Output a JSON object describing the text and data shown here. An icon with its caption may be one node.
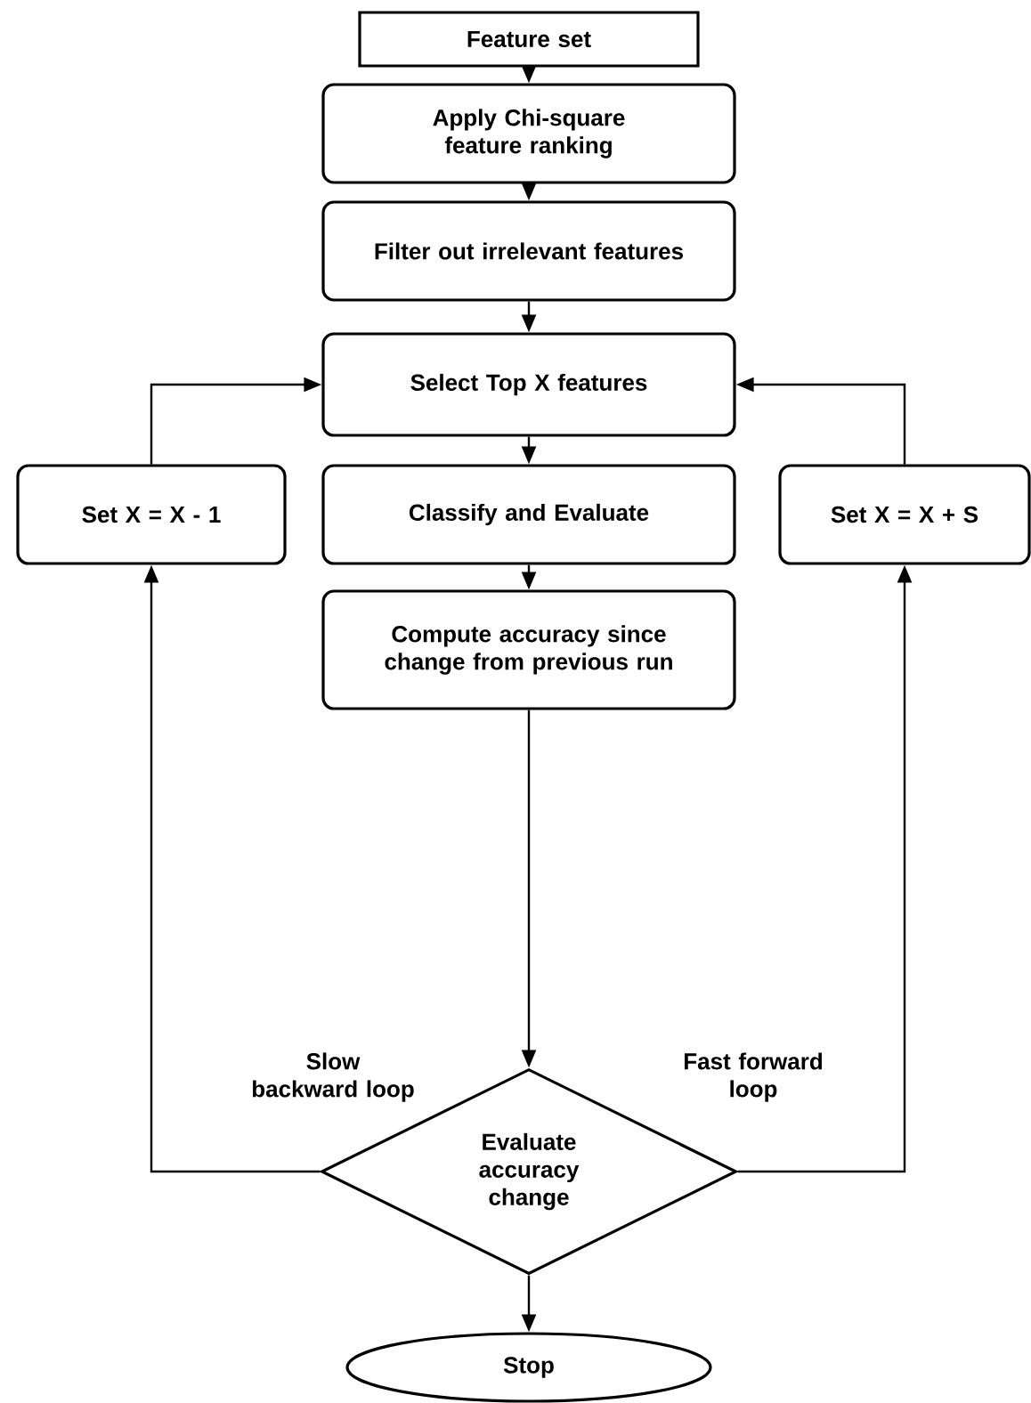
{
  "diagram": {
    "nodes": [
      {
        "text": [
          "Feature set"
        ]
      },
      {
        "text": [
          "Apply Chi-square feature ranking"
        ]
      },
      {
        "text": [
          "Filter out irrelevant features"
        ]
      },
      {
        "text": [
          "Select Top X features"
        ]
      },
      {
        "text": [
          "Classify and  Evaluate"
        ]
      },
      {
        "text": [
          "Set X = X - 1"
        ]
      },
      {
        "text": [
          "Set X = X + S"
        ]
      },
      {
        "text": [
          "Compute accuracy since change from previous run"
        ]
      },
      {
        "text": [
          "Evaluate accuracy change"
        ]
      },
      {
        "text": [
          "Stop"
        ]
      }
    ],
    "edges": [
      {
        "from": 0,
        "to": 1,
        "arrow": "to"
      },
      {
        "from": 1,
        "to": 2,
        "arrow": "to"
      },
      {
        "from": 2,
        "to": 3,
        "arrow": "to"
      },
      {
        "from": 3,
        "to": 4,
        "arrow": "to"
      },
      {
        "from": 4,
        "to": 7,
        "arrow": "to"
      },
      {
        "from": 7,
        "to": 8,
        "arrow": "to"
      },
      {
        "from": 8,
        "to": 9,
        "arrow": "to"
      },
      {
        "from": 8,
        "to": 5,
        "arrow": "to",
        "label": "Slow backward loop"
      },
      {
        "from": 5,
        "to": 3,
        "arrow": "to"
      },
      {
        "from": 8,
        "to": 6,
        "arrow": "to",
        "label": "Fast forward loop"
      },
      {
        "from": 6,
        "to": 3,
        "arrow": "to"
      }
    ]
  }
}
